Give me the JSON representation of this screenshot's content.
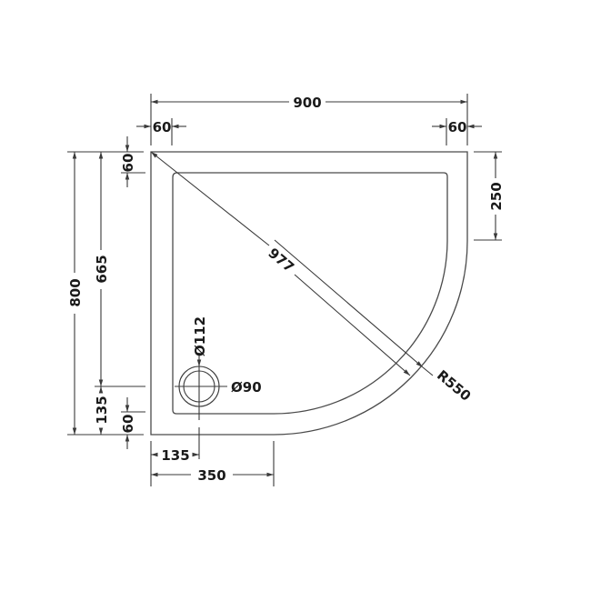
{
  "diagram": {
    "type": "quadrant shower tray technical drawing",
    "units": "mm",
    "colors": {
      "line": "#3a3a3a",
      "text": "#1a1a1a",
      "background": "#ffffff"
    },
    "dimensions": {
      "overall_width": "900",
      "left_rim_width": "60",
      "right_rim_width": "60",
      "overall_depth": "800",
      "top_rim_depth": "60",
      "waste_to_top": "665",
      "waste_to_bottom": "135",
      "bottom_rim_depth": "60",
      "right_straight_edge": "250",
      "diagonal": "977",
      "radius": "R550",
      "waste_outer_diameter": "Ø112",
      "waste_inner_diameter": "Ø90",
      "waste_from_left": "135",
      "bottom_straight_edge": "350"
    }
  }
}
